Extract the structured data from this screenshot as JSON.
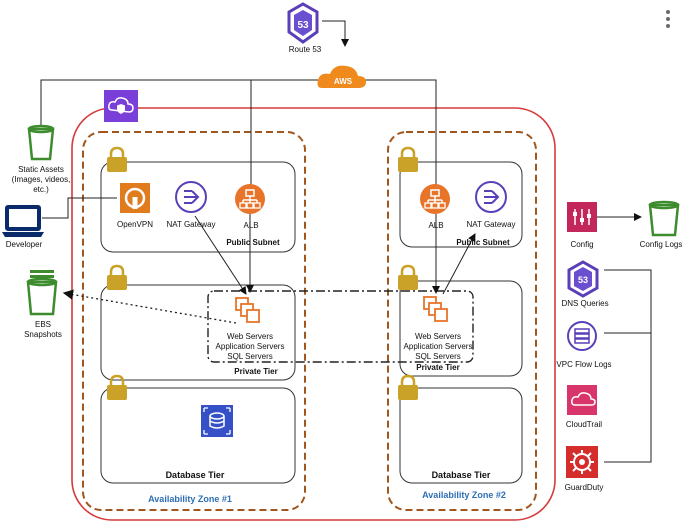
{
  "title_aws": "AWS",
  "route53": {
    "label": "Route 53",
    "badge": "53"
  },
  "static_assets": {
    "line1": "Static Assets",
    "line2": "(Images, videos,",
    "line3": "etc.)"
  },
  "developer": {
    "label": "Developer"
  },
  "ebs": {
    "line1": "EBS",
    "line2": "Snapshots"
  },
  "az1": {
    "label": "Availability Zone #1",
    "openvpn": "OpenVPN",
    "nat": "NAT Gateway",
    "alb": "ALB",
    "public_subnet": "Public Subnet",
    "private_tier": "Private Tier",
    "servers": [
      "Web Servers",
      "Application Servers",
      "SQL Servers"
    ],
    "database_tier": "Database Tier"
  },
  "az2": {
    "label": "Availability Zone #2",
    "alb": "ALB",
    "nat": "NAT Gateway",
    "public_subnet": "Public Subnet",
    "private_tier": "Private Tier",
    "servers": [
      "Web Servers",
      "Application Servers",
      "SQL Servers"
    ],
    "database_tier": "Database Tier"
  },
  "services": {
    "config": "Config",
    "config_logs": "Config Logs",
    "dns_queries": "DNS Queries",
    "dns_badge": "53",
    "vpc_flow_logs": "VPC Flow Logs",
    "cloudtrail": "CloudTrail",
    "guardduty": "GuardDuty"
  },
  "colors": {
    "vpc_border": "#d63a3a",
    "az_border": "#a0561d",
    "route53": "#5a3fb8",
    "vpc_icon": "#7a3fd8",
    "alb": "#e8742a",
    "ec2": "#e8742a",
    "nat": "#5a3fb8",
    "lock": "#c9a227",
    "bucket": "#3d8c2d",
    "config": "#c2265a",
    "guardduty": "#d52c2c",
    "cloudtrail": "#d8356b",
    "aws_cloud": "#f08a1c",
    "zone_label": "#2f6fb3",
    "rds": "#3650c8",
    "openvpn": "#e07b1e"
  }
}
